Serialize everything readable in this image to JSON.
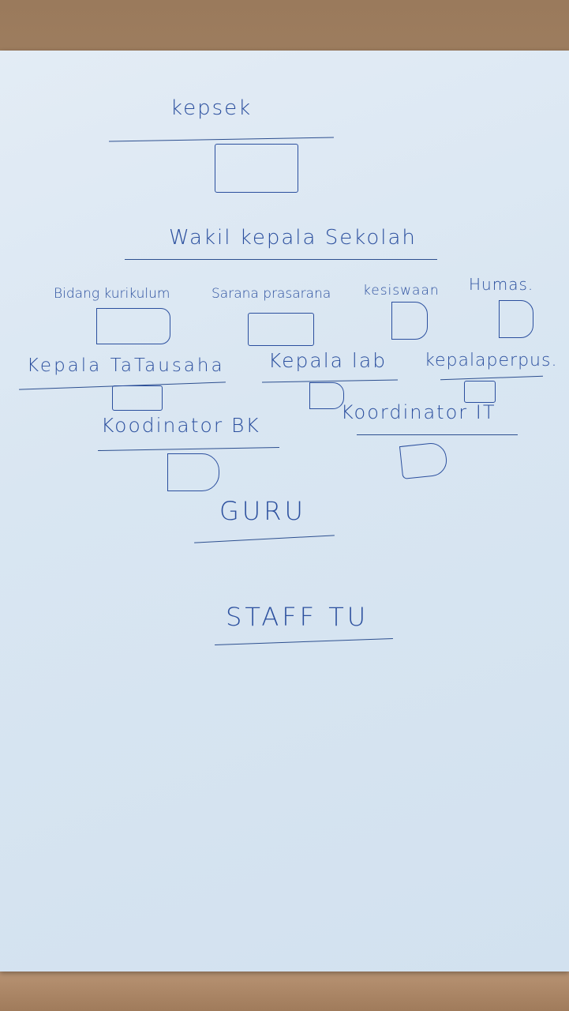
{
  "chart": {
    "top": "kepsek",
    "level2": "Wakil kepala Sekolah",
    "wakil_items": [
      "Bidang kurikulum",
      "Sarana prasarana",
      "kesiswaan",
      "Humas."
    ],
    "row3": [
      "Kepala TaTausaha",
      "Kepala lab",
      "kepalaperpus."
    ],
    "row4": [
      "Koodinator BK",
      "Koordinator IT"
    ],
    "guru": "GURU",
    "staff": "STAFF TU"
  },
  "colors": {
    "ink": "#2b4f9e",
    "paper": "#dce8f3"
  }
}
